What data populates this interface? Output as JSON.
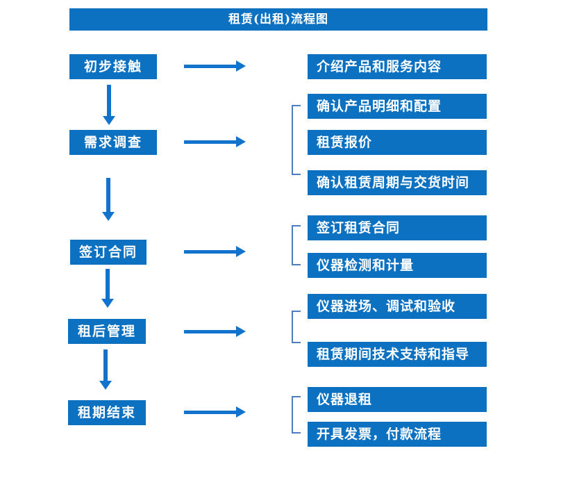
{
  "title": "租赁(出租)流程图",
  "colors": {
    "primary": "#0d71c1",
    "arrow": "#1273cc",
    "bracket": "#4d7dbb",
    "box_text": "#ffffff",
    "background": "#ffffff"
  },
  "flow": {
    "stages": [
      {
        "label": "初步接触",
        "details": [
          "介绍产品和服务内容"
        ]
      },
      {
        "label": "需求调查",
        "details": [
          "确认产品明细和配置",
          "租赁报价",
          "确认租赁周期与交货时间"
        ]
      },
      {
        "label": "签订合同",
        "details": [
          "签订租赁合同",
          "仪器检测和计量"
        ]
      },
      {
        "label": "租后管理",
        "details": [
          "仪器进场、调试和验收",
          "租赁期间技术支持和指导"
        ]
      },
      {
        "label": "租期结束",
        "details": [
          "仪器退租",
          "开具发票，付款流程"
        ]
      }
    ]
  }
}
